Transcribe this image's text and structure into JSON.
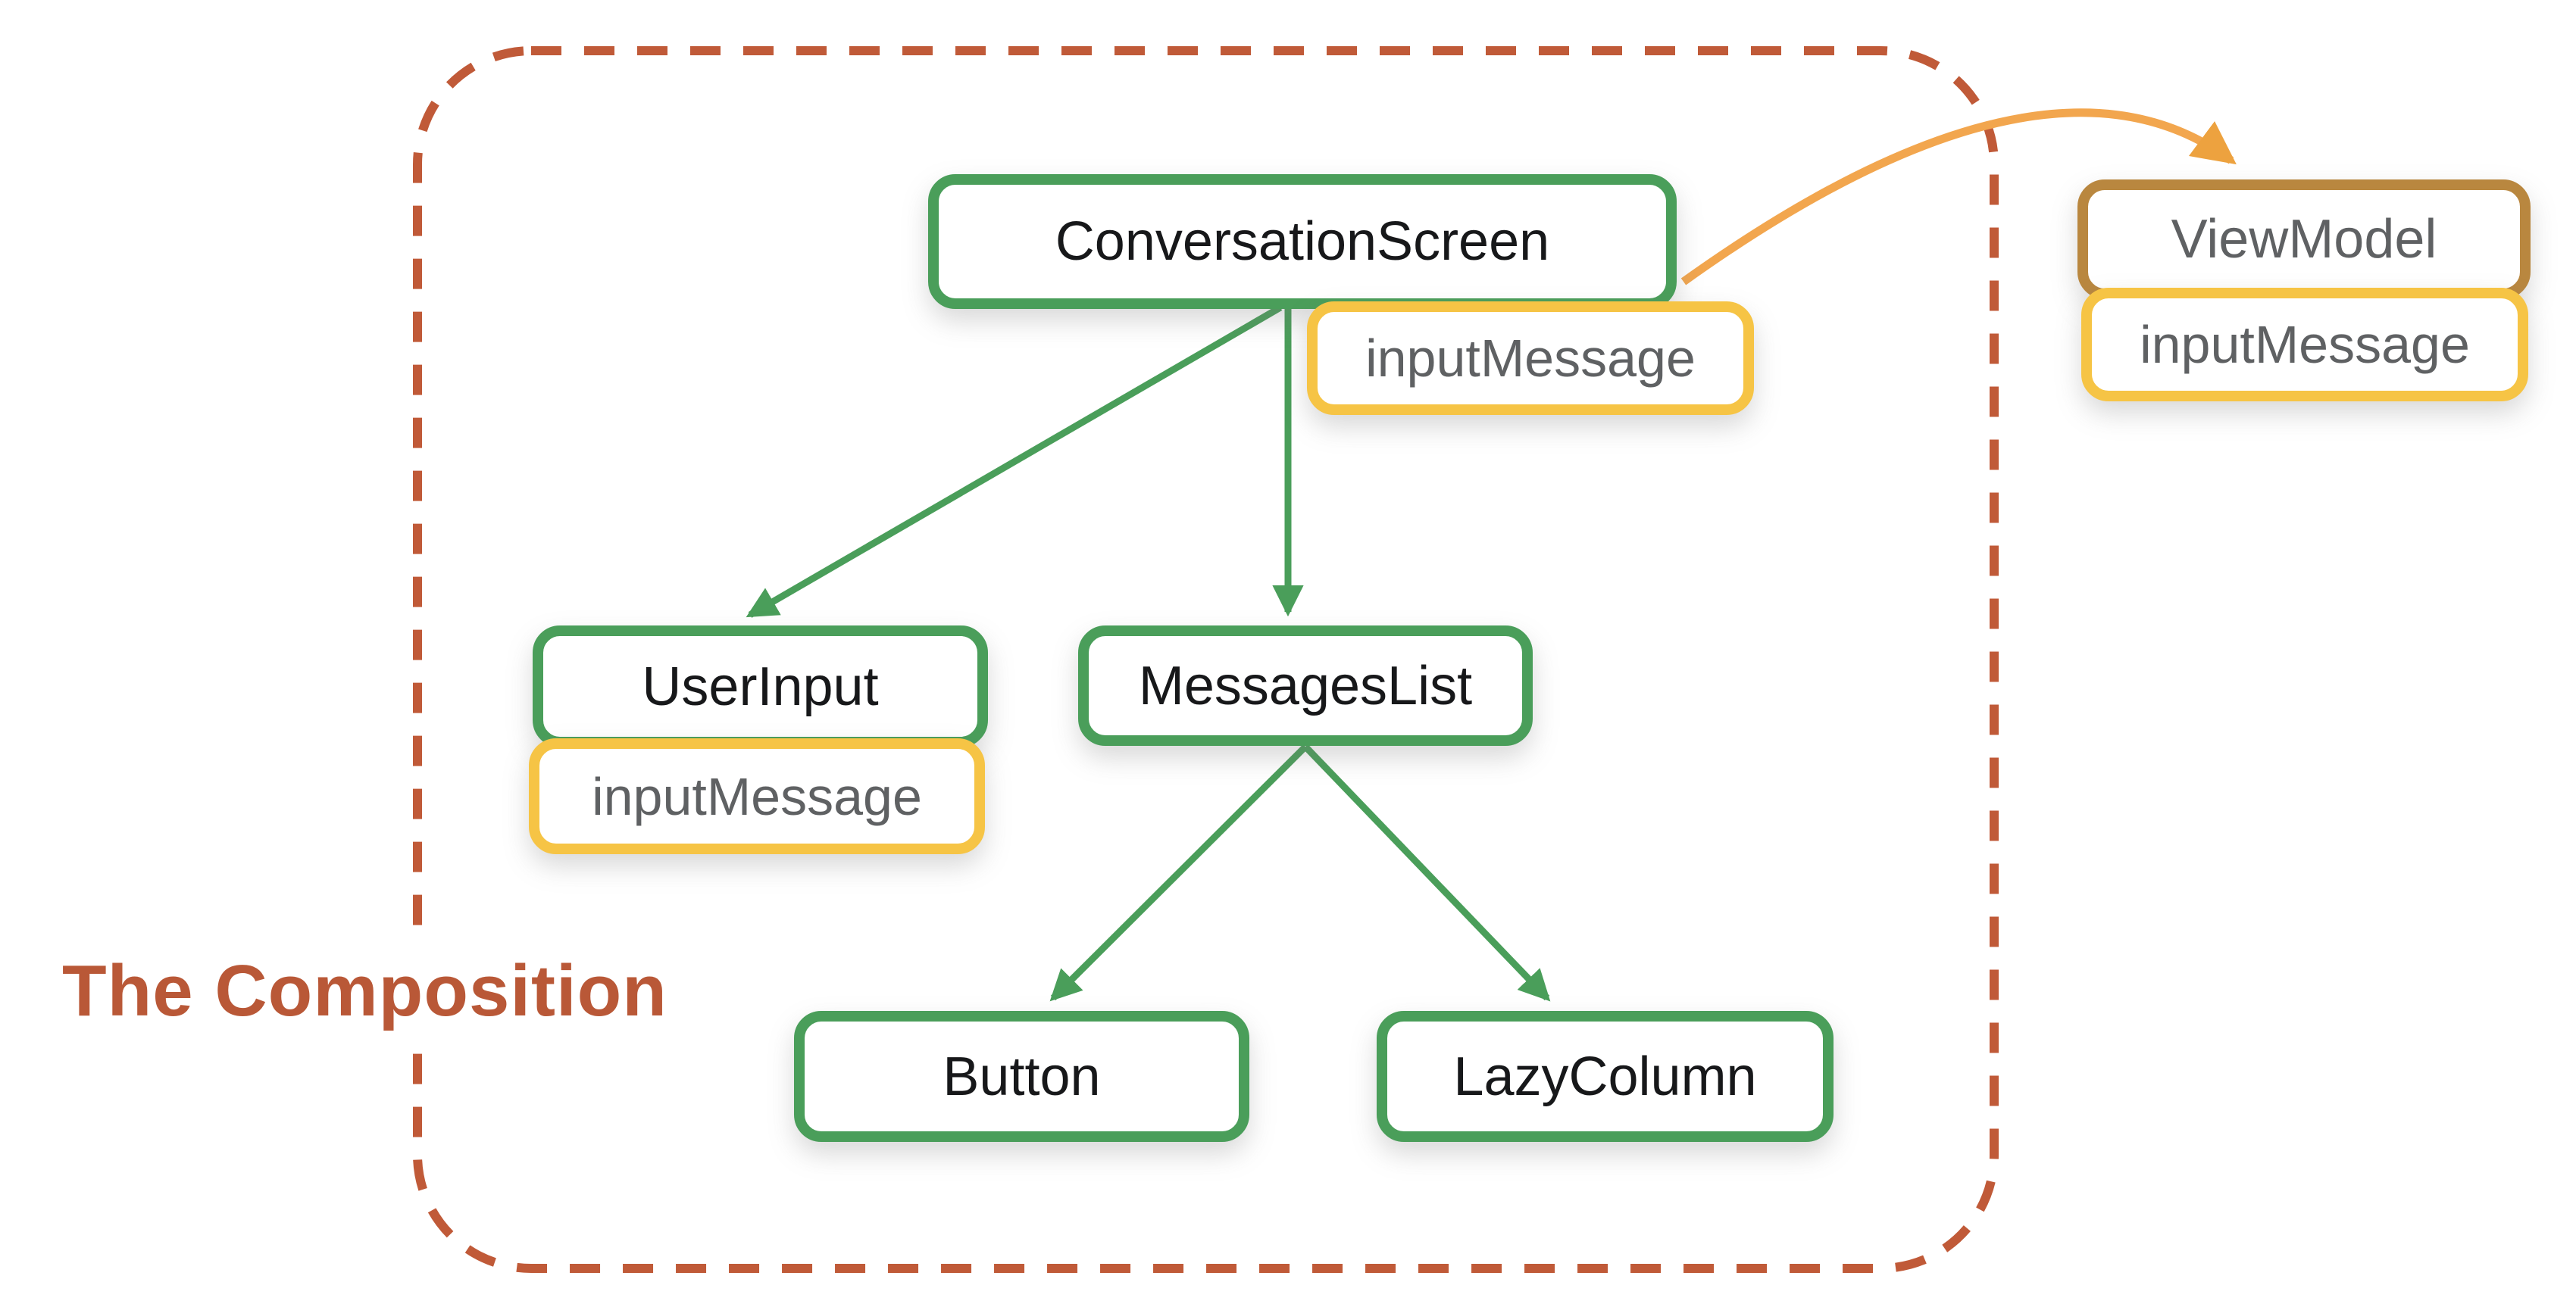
{
  "diagram": {
    "caption": "The Composition",
    "nodes": {
      "conversation_screen": {
        "label": "ConversationScreen",
        "kind": "composable"
      },
      "conversation_screen_state": {
        "label": "inputMessage",
        "kind": "state"
      },
      "user_input": {
        "label": "UserInput",
        "kind": "composable"
      },
      "user_input_state": {
        "label": "inputMessage",
        "kind": "state"
      },
      "messages_list": {
        "label": "MessagesList",
        "kind": "composable"
      },
      "button": {
        "label": "Button",
        "kind": "composable"
      },
      "lazy_column": {
        "label": "LazyColumn",
        "kind": "composable"
      },
      "view_model": {
        "label": "ViewModel",
        "kind": "viewmodel"
      },
      "view_model_state": {
        "label": "inputMessage",
        "kind": "state"
      }
    },
    "edges": [
      {
        "from": "conversation_screen",
        "to": "user_input",
        "style": "solid-green-arrow"
      },
      {
        "from": "conversation_screen",
        "to": "messages_list",
        "style": "solid-green-arrow"
      },
      {
        "from": "messages_list",
        "to": "button",
        "style": "solid-green-arrow"
      },
      {
        "from": "messages_list",
        "to": "lazy_column",
        "style": "solid-green-arrow"
      },
      {
        "from": "conversation_screen",
        "to": "view_model",
        "style": "curved-orange-arrow"
      }
    ],
    "colors": {
      "composable_border": "#4a9e5a",
      "state_border": "#f6c445",
      "viewmodel_border": "#b9873f",
      "green_arrow": "#4a9e5a",
      "orange_arrow": "#f2a64e",
      "boundary_dash": "#c05a38",
      "caption_text": "#b95837",
      "node_label_dark": "#17181a",
      "node_label_gray": "#5f6163"
    }
  }
}
